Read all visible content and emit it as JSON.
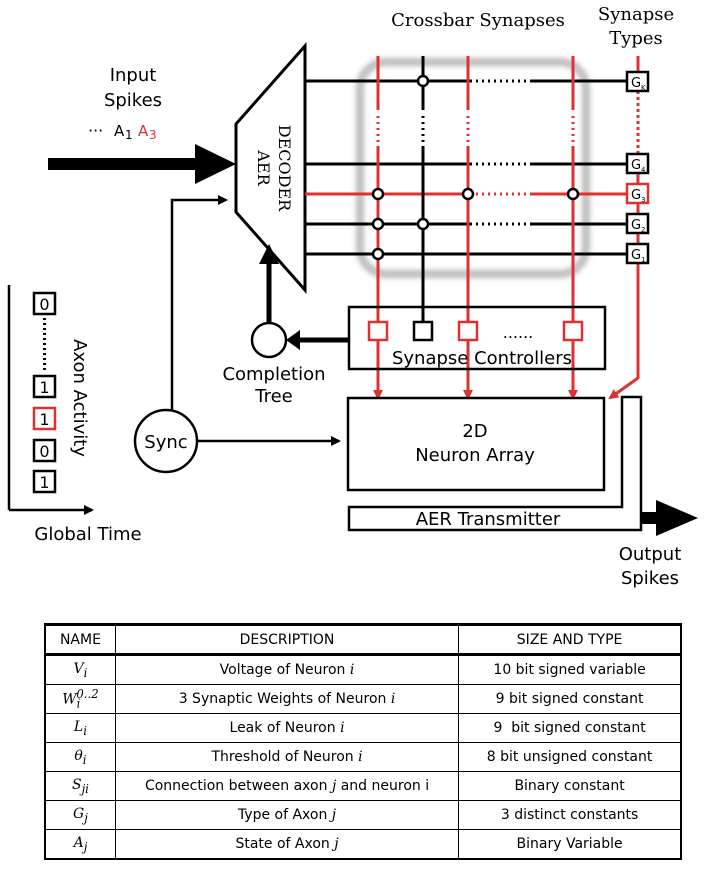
{
  "diagram": {
    "title_crossbar": "Crossbar Synapses",
    "title_synapse_types_line1": "Synapse",
    "title_synapse_types_line2": "Types",
    "input_spikes_line1": "Input",
    "input_spikes_line2": "Spikes",
    "input_seq_dots": "···",
    "input_seq_a1": "A",
    "input_seq_a1_sub": "1",
    "input_seq_a3": "A",
    "input_seq_a3_sub": "3",
    "aer_decoder_line1": "AER",
    "aer_decoder_line2": "DECODER",
    "synapse_types": [
      {
        "letter": "G",
        "sub": "K"
      },
      {
        "letter": "G",
        "sub": "4"
      },
      {
        "letter": "G",
        "sub": "3"
      },
      {
        "letter": "G",
        "sub": "2"
      },
      {
        "letter": "G",
        "sub": "1"
      }
    ],
    "synapse_controllers": "Synapse Controllers",
    "controllers_dots": "......",
    "completion_tree_line1": "Completion",
    "completion_tree_line2": "Tree",
    "sync": "Sync",
    "neuron_array_line1": "2D",
    "neuron_array_line2": "Neuron Array",
    "aer_transmitter": "AER Transmitter",
    "output_spikes_line1": "Output",
    "output_spikes_line2": "Spikes",
    "global_time": "Global Time",
    "axon_activity": "Axon Activity",
    "axon_bits": [
      "0",
      "1",
      "1",
      "0",
      "1"
    ],
    "colors": {
      "red": "#e03030",
      "black": "#000000",
      "glow": "#b0b0b0"
    }
  },
  "table": {
    "headers": [
      "NAME",
      "DESCRIPTION",
      "SIZE AND TYPE"
    ],
    "rows": [
      {
        "sym": "V",
        "sub": "i",
        "sup": "",
        "desc": "Voltage of Neuron ",
        "desc_var": "i",
        "desc_tail": "",
        "size": "10 bit signed variable"
      },
      {
        "sym": "W",
        "sub": "i",
        "sup": "0..2",
        "desc": "3 Synaptic Weights of Neuron ",
        "desc_var": "i",
        "desc_tail": "",
        "size": "9 bit signed constant"
      },
      {
        "sym": "L",
        "sub": "i",
        "sup": "",
        "desc": "Leak of Neuron ",
        "desc_var": "i",
        "desc_tail": "",
        "size": "9  bit signed constant"
      },
      {
        "sym": "θ",
        "sub": "i",
        "sup": "",
        "desc": "Threshold of Neuron ",
        "desc_var": "i",
        "desc_tail": "",
        "size": "8 bit unsigned constant"
      },
      {
        "sym": "S",
        "sub": "ji",
        "sup": "",
        "desc": "Connection between axon ",
        "desc_var": "j",
        "desc_tail": " and neuron i",
        "size": "Binary constant"
      },
      {
        "sym": "G",
        "sub": "j",
        "sup": "",
        "desc": "Type of Axon ",
        "desc_var": "j",
        "desc_tail": "",
        "size": "3 distinct constants"
      },
      {
        "sym": "A",
        "sub": "j",
        "sup": "",
        "desc": "State of Axon ",
        "desc_var": "j",
        "desc_tail": "",
        "size": "Binary Variable"
      }
    ]
  }
}
